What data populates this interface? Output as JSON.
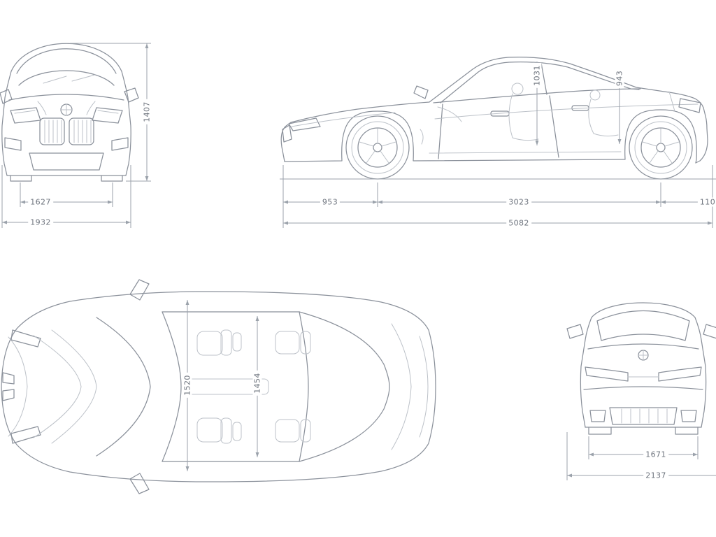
{
  "icons": {
    "brand_badge": "bmw-roundel"
  },
  "dims": {
    "front": {
      "height": "1407",
      "track": "1627",
      "width": "1932"
    },
    "side": {
      "front_headroom": "1031",
      "rear_headroom": "943",
      "front_overhang": "953",
      "wheelbase": "3023",
      "rear_overhang": "110",
      "length": "5082"
    },
    "top": {
      "front_width": "1520",
      "rear_width": "1454"
    },
    "rear": {
      "track": "1671",
      "width": "2137"
    }
  }
}
